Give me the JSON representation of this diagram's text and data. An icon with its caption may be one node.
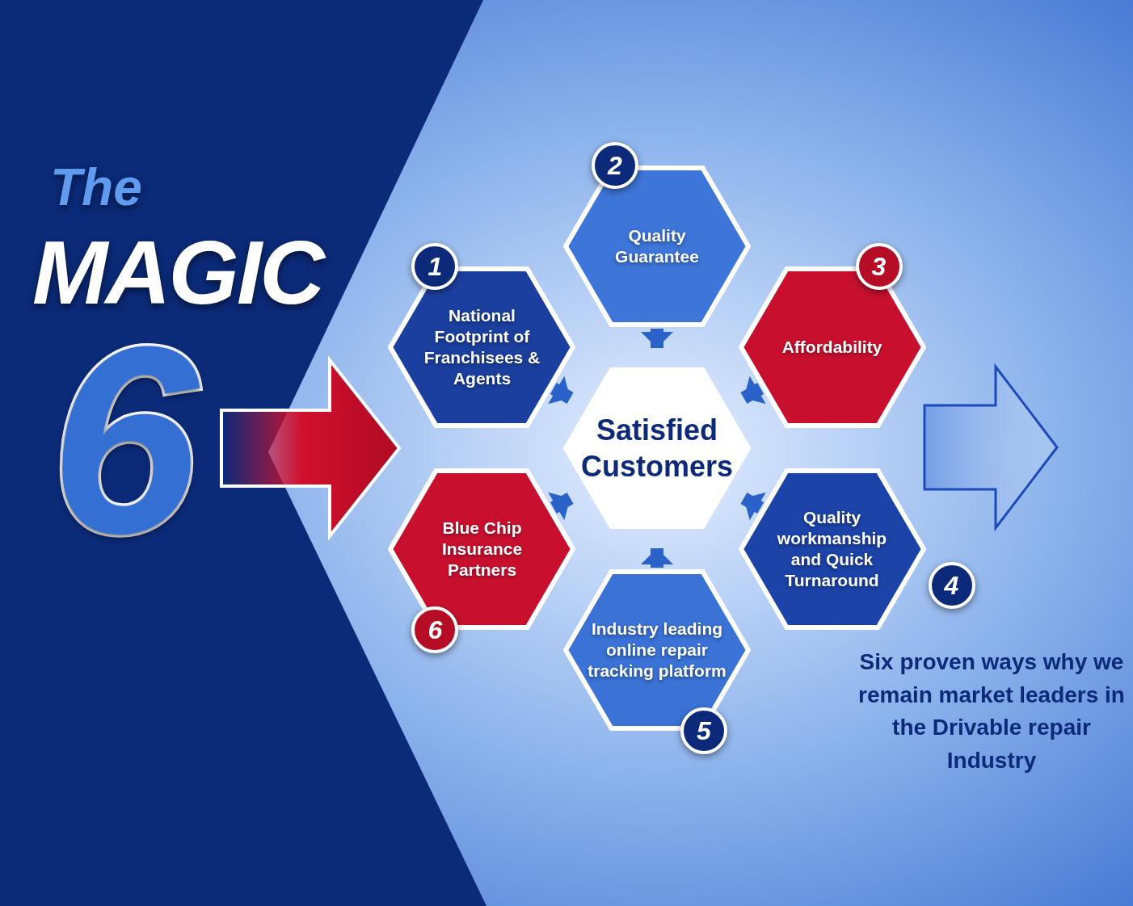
{
  "diagram": {
    "title": "The MAGIC 6",
    "caption": "Six proven ways why we remain market leaders in the Drivable repair Industry",
    "nodes": [
      {
        "text": [
          "National Footprint of Franchisees & Agents"
        ],
        "beside": [
          "1"
        ]
      },
      {
        "text": [
          "Quality Guarantee"
        ],
        "beside": [
          "2"
        ]
      },
      {
        "text": [
          "Affordability"
        ],
        "beside": [
          "3"
        ]
      },
      {
        "text": [
          "Quality workmanship and Quick Turnaround"
        ],
        "beside": [
          "4"
        ]
      },
      {
        "text": [
          "Industry leading online repair tracking platform"
        ],
        "beside": [
          "5"
        ]
      },
      {
        "text": [
          "Blue Chip Insurance Partners"
        ],
        "beside": [
          "6"
        ]
      },
      {
        "text": [
          "Satisfied Customers"
        ]
      }
    ],
    "edges": [
      {
        "from": 0,
        "to": 6,
        "arrow": "to"
      },
      {
        "from": 1,
        "to": 6,
        "arrow": "to"
      },
      {
        "from": 2,
        "to": 6,
        "arrow": "to"
      },
      {
        "from": 3,
        "to": 6,
        "arrow": "to"
      },
      {
        "from": 4,
        "to": 6,
        "arrow": "to"
      },
      {
        "from": 5,
        "to": 6,
        "arrow": "to"
      }
    ]
  }
}
